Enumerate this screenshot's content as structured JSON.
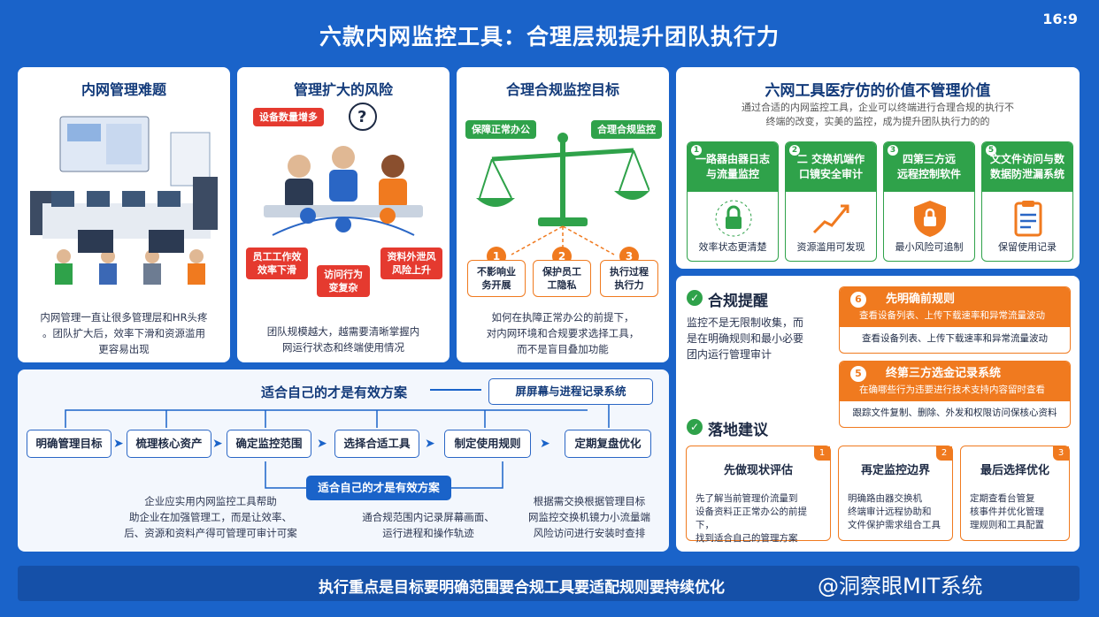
{
  "header": {
    "title": "六款内网监控工具：合理层规提升团队执行力",
    "ratio": "16:9"
  },
  "panel1": {
    "title": "内网管理难题",
    "body": [
      "内网管理一直让很多管理层和HR头疼",
      "。团队扩大后，效率下滑和资源滥用",
      "更容易出现"
    ]
  },
  "panel2": {
    "title": "管理扩大的风险",
    "tag_top": "设备数量增多",
    "tag_left": [
      "员工工作效",
      "效率下滑"
    ],
    "tag_mid": [
      "访问行为",
      "变复杂"
    ],
    "tag_right": [
      "资料外泄风",
      "风险上升"
    ],
    "body": [
      "团队规模越大，越需要清晰掌握内",
      "网运行状态和终端使用情况"
    ]
  },
  "panel3": {
    "title": "合理合规监控目标",
    "tag_left": "保障正常办公",
    "tag_right": "合理合规监控",
    "items": [
      {
        "num": "1",
        "text": [
          "不影响业",
          "务开展"
        ]
      },
      {
        "num": "2",
        "text": [
          "保护员工",
          "工隐私"
        ]
      },
      {
        "num": "3",
        "text": [
          "执行过程",
          "执行力"
        ]
      }
    ],
    "body": [
      "如何在执障正常办公的前提下，",
      "对内网环境和合规要求选择工具，",
      "而不是盲目叠加功能"
    ]
  },
  "panel4": {
    "title": "六网工具医疗仿的价值不管理价值",
    "intro": [
      "通过合适的内网监控工具，企业可以终端进行合理合规的执行不",
      "终端的改变，实美的监控，成为提升团队执行力的的"
    ],
    "tools": [
      {
        "num": "1",
        "title": [
          "一路器由器日志",
          "与流量监控"
        ],
        "caption": "效率状态更清楚",
        "icon": "lock-icon"
      },
      {
        "num": "2",
        "title": [
          "二 交换机端作",
          "口镜安全审计"
        ],
        "caption": "资源滥用可发现",
        "icon": "trend-line-icon"
      },
      {
        "num": "3",
        "title": [
          "四第三方远",
          "远程控制软件"
        ],
        "caption": "最小风险可追制",
        "icon": "shield-lock-icon"
      },
      {
        "num": "5",
        "title": [
          "文文件访问与数",
          "数据防泄漏系统"
        ],
        "caption": "保留使用记录",
        "icon": "clipboard-icon"
      }
    ]
  },
  "flow": {
    "top_label": "适合自己的才是有效方案",
    "top_right": "屏屏幕与进程记录系统",
    "mid_label": "适合自己的才是有效方案",
    "steps": [
      "明确管理目标",
      "梳理核心资产",
      "确定监控范围",
      "选择合适工具",
      "制定使用规则",
      "定期复盘优化"
    ],
    "text_left": [
      "企业应实用内网监控工具帮助",
      "助企业在加强管理工，而是让效率、",
      "后、资源和资料产得可管理可审计可案"
    ],
    "text_mid": [
      "通合规范围内记录屏幕画面、",
      "运行进程和操作轨迹"
    ],
    "text_right": [
      "根据需交换根据管理目标",
      "网监控交换机镜力小流量端",
      "风险访问进行安装时查排"
    ]
  },
  "compliance": {
    "title": "合规提醒",
    "body": [
      "监控不是无限制收集，而",
      "是在明确规则和最小必要",
      "团内运行管理审计"
    ]
  },
  "orange_cards": [
    {
      "num": "6",
      "title": "先明确前规则",
      "sub": "查看设备列表、上传下载速率和异常流量波动",
      "row": "查看设备列表、上传下载速率和异常流量波动"
    },
    {
      "num": "5",
      "title": "终第三方选金记录系统",
      "sub": "在确哪些行为违要进行技术支持内容留时查看",
      "row": "跟踪文件复制、删除、外发和权限访问保核心资料"
    }
  ],
  "landing": {
    "title": "落地建议",
    "cards": [
      {
        "num": "1",
        "title": "先做现状评估",
        "body": [
          "先了解当前管理价流量到",
          "设备资料正正常办公的前提下，",
          "找到适合自己的管理方案"
        ]
      },
      {
        "num": "2",
        "title": "再定监控边界",
        "body": [
          "明确路由器交换机",
          "终端审计远程协助和",
          "文件保护需求组合工具"
        ]
      },
      {
        "num": "3",
        "title": "最后选择优化",
        "body": [
          "定期查看台管复",
          "核事件并优化管理",
          "理规则和工具配置"
        ]
      }
    ]
  },
  "footer": {
    "text": "执行重点是目标要明确范围要合规工具要适配规则要持续优化",
    "watermark": "@洞察眼MIT系统"
  },
  "colors": {
    "bg": "#1a63c9",
    "green": "#2fa24a",
    "orange": "#f07a1f",
    "red": "#e53a2f"
  }
}
